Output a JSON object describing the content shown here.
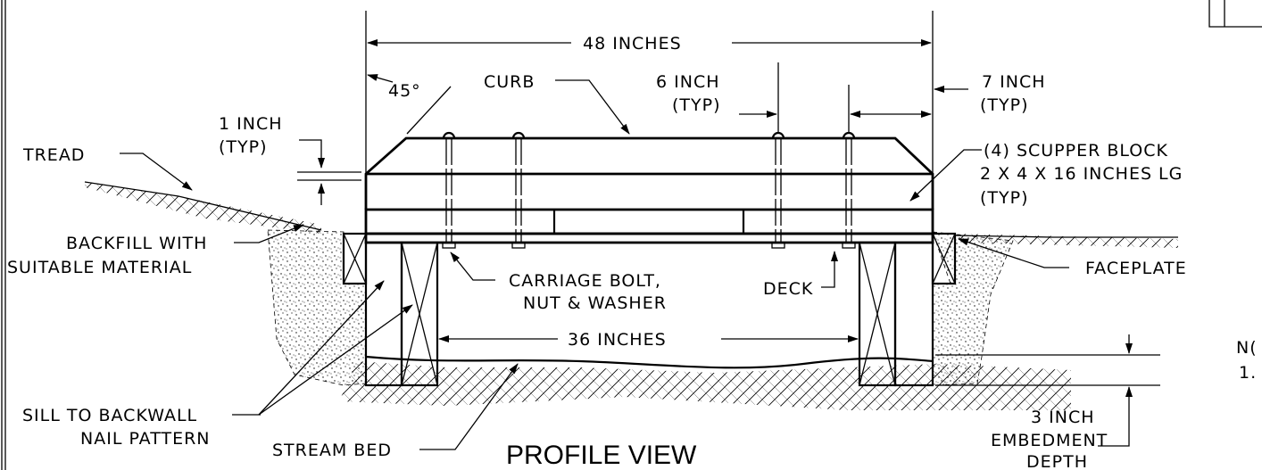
{
  "title": "PROFILE VIEW",
  "labels": {
    "width_48": "48 INCHES",
    "angle": "45°",
    "curb": "CURB",
    "six_inch": "6 INCH",
    "six_typ": "(TYP)",
    "seven_inch": "7 INCH",
    "seven_typ": "(TYP)",
    "one_inch": "1 INCH",
    "one_typ": "(TYP)",
    "tread": "TREAD",
    "scupper_1": "(4) SCUPPER BLOCK",
    "scupper_2": "2 X 4 X 16 INCHES LG",
    "scupper_3": "(TYP)",
    "backfill_1": "BACKFILL WITH",
    "backfill_2": "SUITABLE MATERIAL",
    "faceplate": "FACEPLATE",
    "bolt_1": "CARRIAGE BOLT,",
    "bolt_2": "NUT & WASHER",
    "deck": "DECK",
    "width_36": "36 INCHES",
    "sill_1": "SILL TO BACKWALL",
    "sill_2": "NAIL PATTERN",
    "stream_bed": "STREAM BED",
    "embed_1": "3 INCH",
    "embed_2": "EMBEDMENT",
    "embed_3": "DEPTH",
    "notes_partial": "N(",
    "note_one": "1."
  }
}
